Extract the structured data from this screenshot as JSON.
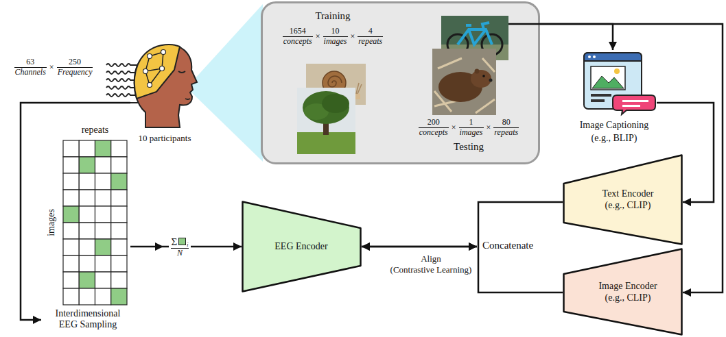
{
  "diagram": {
    "nodes": [
      {
        "text": [
          "10 participants"
        ]
      },
      {
        "text": [
          "Training",
          "1654",
          "concepts",
          "×",
          "10",
          "images",
          "×",
          "4",
          "repeats",
          "200",
          "concepts",
          "×",
          "1",
          "images",
          "×",
          "80",
          "repeats",
          "Testing"
        ]
      },
      {
        "text": [
          "Image Captioning (e.g., BLIP)"
        ]
      },
      {
        "text": [
          "repeats",
          "images",
          "Interdimensional EEG Sampling"
        ]
      },
      {
        "text": [
          "EEG Encoder"
        ]
      },
      {
        "text": [
          "Text Encoder (e.g., CLIP)"
        ]
      },
      {
        "text": [
          "Image Encoder (e.g., CLIP)"
        ]
      }
    ],
    "edges": [
      {
        "from": 0,
        "to": 3,
        "arrow": "to"
      },
      {
        "from": 3,
        "to": 4,
        "arrow": "to"
      },
      {
        "from": 4,
        "to": 5,
        "arrow": "both",
        "label": "Align (Contrastive Learning)"
      },
      {
        "from": 4,
        "to": 6,
        "arrow": "both"
      },
      {
        "from": 1,
        "to": 2,
        "arrow": "to"
      },
      {
        "from": 1,
        "to": 6,
        "arrow": "to"
      },
      {
        "from": 2,
        "to": 5,
        "arrow": "to"
      }
    ],
    "labels": [
      "63",
      "Channels",
      "×",
      "250",
      "Frequency",
      "Σ",
      "i",
      "N",
      "Concatenate"
    ]
  }
}
